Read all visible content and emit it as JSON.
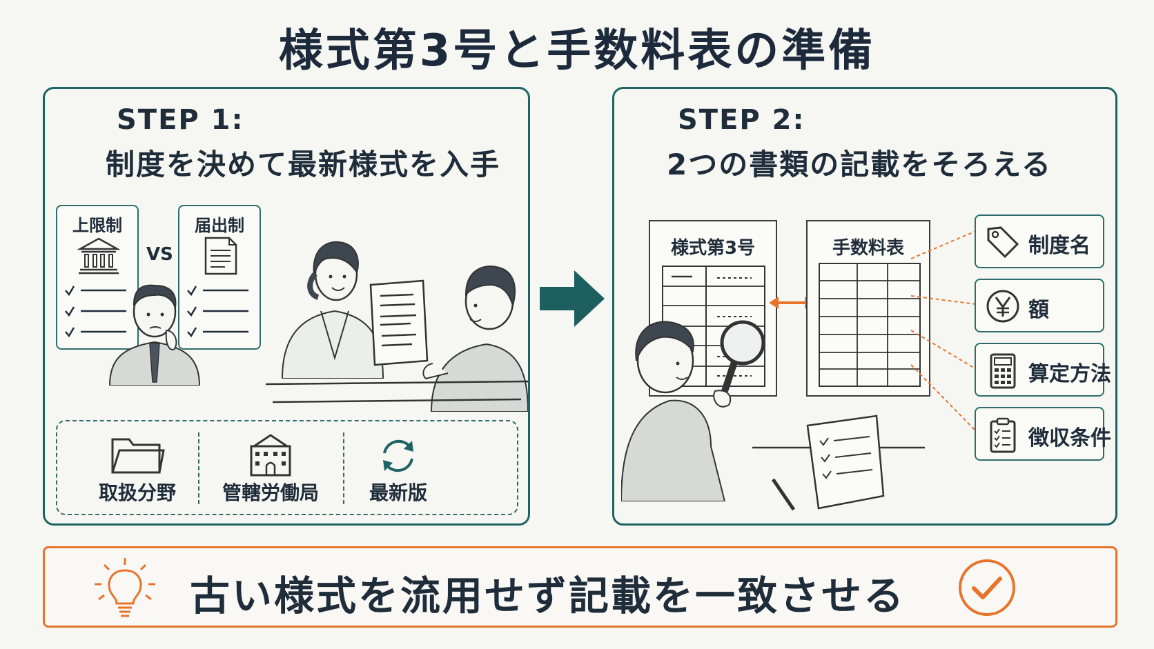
{
  "title": "様式第3号と手数料表の準備",
  "step1": {
    "label": "STEP 1:",
    "title": "制度を決めて最新様式を入手",
    "option_a": "上限制",
    "option_b": "届出制",
    "vs": "VS",
    "docs": [
      "取扱分野",
      "管轄労働局",
      "最新版"
    ]
  },
  "step2": {
    "label": "STEP 2:",
    "title": "2つの書類の記載をそろえる",
    "form_left": "様式第3号",
    "form_right": "手数料表",
    "items": [
      "制度名",
      "額",
      "算定方法",
      "徴収条件"
    ]
  },
  "bottom": {
    "message": "古い様式を流用せず記載を一致させる"
  },
  "colors": {
    "teal": "#1d6363",
    "orange": "#e8742c",
    "navy": "#1c2a3b"
  },
  "icons": {
    "option_a": "government-building-icon",
    "option_b": "document-icon",
    "docs": [
      "folder-icon",
      "castle-office-icon",
      "refresh-icon"
    ],
    "items": [
      "price-tag-icon",
      "yen-icon",
      "calculator-icon",
      "clipboard-checklist-icon"
    ],
    "bottom_left": "lightbulb-icon",
    "bottom_right": "check-circle-icon"
  }
}
